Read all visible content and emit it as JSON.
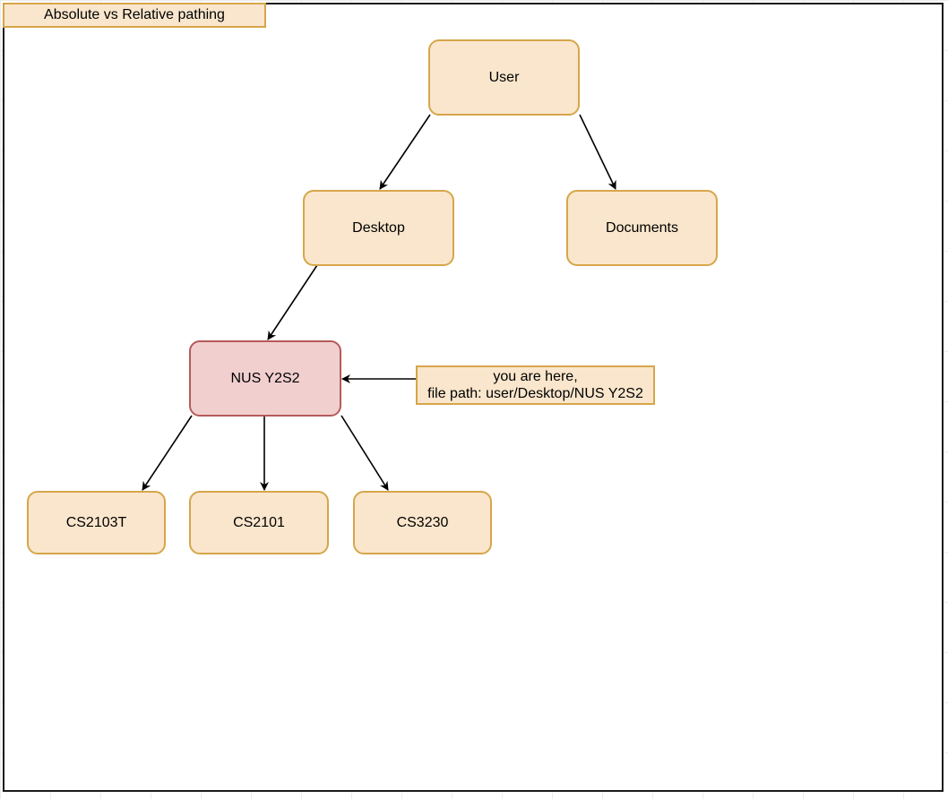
{
  "title": "Absolute vs Relative pathing",
  "nodes": {
    "user": "User",
    "desktop": "Desktop",
    "documents": "Documents",
    "nus": "NUS Y2S2",
    "cs2103t": "CS2103T",
    "cs2101": "CS2101",
    "cs3230": "CS3230"
  },
  "note": {
    "line1": "you are here,",
    "line2": "file path: user/Desktop/NUS Y2S2"
  },
  "colors": {
    "node_fill": "#fae6cc",
    "node_border": "#d6a64a",
    "current_fill": "#f2cfcf",
    "current_border": "#b55a5a"
  }
}
